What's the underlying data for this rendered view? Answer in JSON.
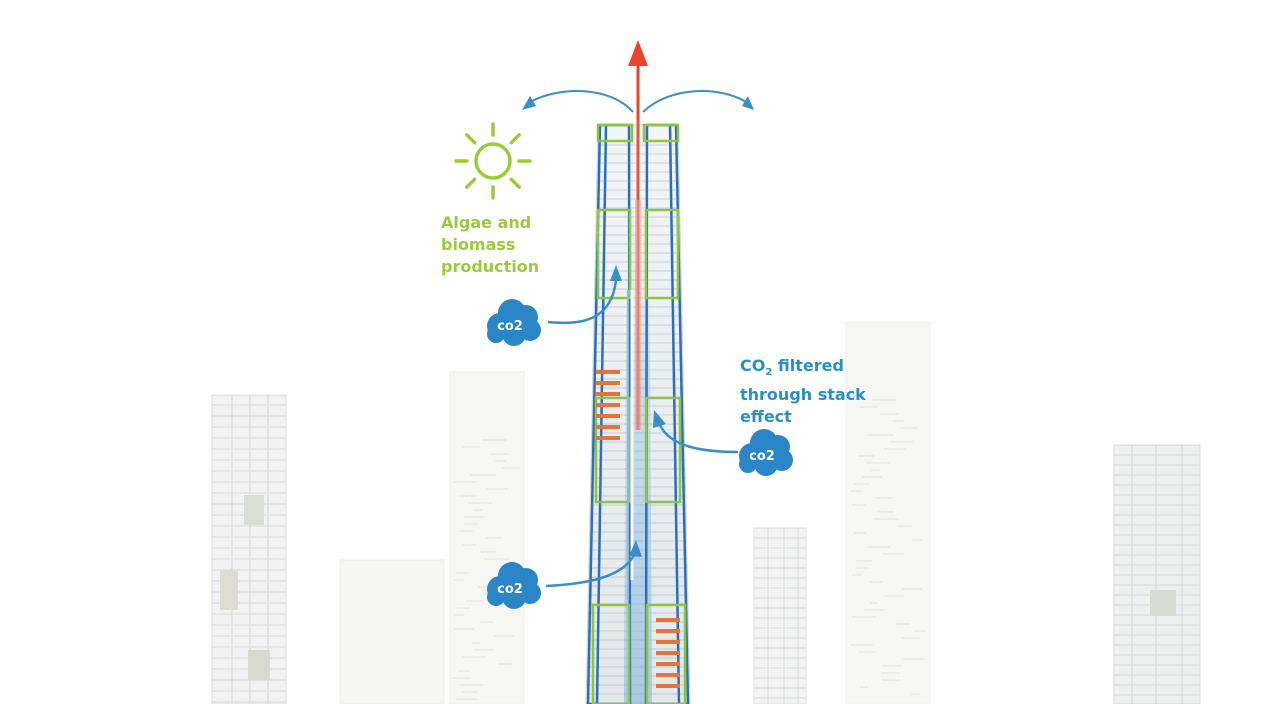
{
  "labels": {
    "algae_line1": "Algae and",
    "algae_line2": "biomass",
    "algae_line3": "production",
    "co2_prefix": "CO",
    "co2_sub": "2",
    "co2_line1_rest": " filtered",
    "co2_line2": "through stack",
    "co2_line3": "effect"
  },
  "clouds": [
    {
      "text": "co2"
    },
    {
      "text": "co2"
    },
    {
      "text": "co2"
    }
  ],
  "colors": {
    "green": "#9acb3c",
    "blue": "#2a8fc4",
    "red": "#e8452c",
    "frame": "#2d6fb7",
    "orange": "#e8733a"
  },
  "icons": [
    "sun-icon",
    "co2-cloud-icon"
  ]
}
